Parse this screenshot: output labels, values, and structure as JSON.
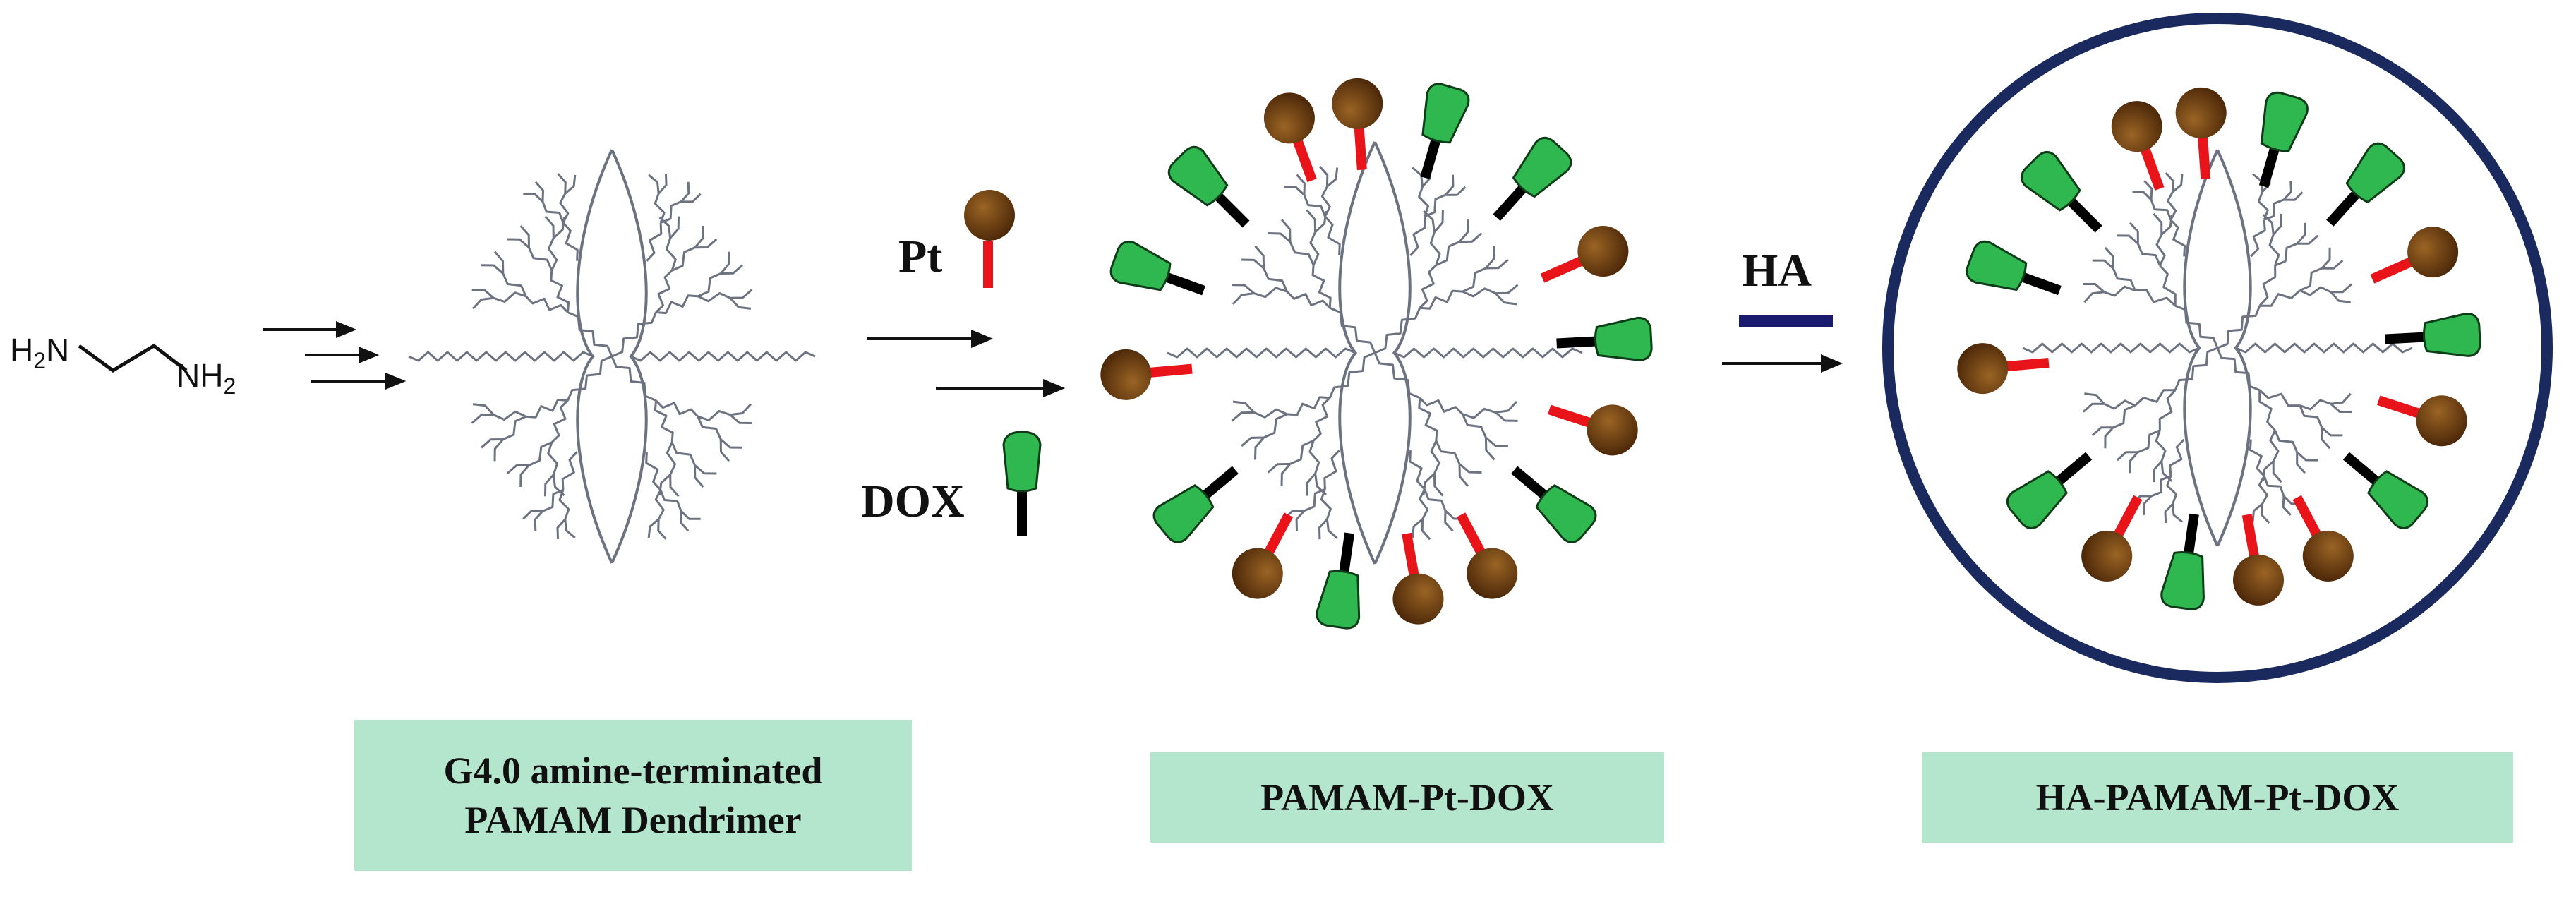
{
  "figure": {
    "reagents": {
      "ethylenediamine": {
        "left_group": "H2N",
        "right_group": "NH2"
      },
      "pt_label": "Pt",
      "dox_label": "DOX",
      "ha_label": "HA"
    },
    "labels": {
      "g4_line1": "G4.0 amine-terminated",
      "g4_line2": "PAMAM Dendrimer",
      "pamam_pt_dox": "PAMAM-Pt-DOX",
      "ha_pamam_pt_dox": "HA-PAMAM-Pt-DOX"
    },
    "colors": {
      "pt_ball": "#6b3a10",
      "pt_linker": "#e8141a",
      "dox_head": "#2fb84f",
      "dox_linker": "#000000",
      "ha_bar": "#1a1a6e",
      "ha_shell": "#1a2a5e",
      "dendrimer": "#6d7280",
      "label_box": "#b3e6cc"
    },
    "icons": {
      "pt": "brown-sphere-with-red-stick",
      "dox": "green-cup-with-black-stick",
      "ha": "navy-bar"
    }
  }
}
